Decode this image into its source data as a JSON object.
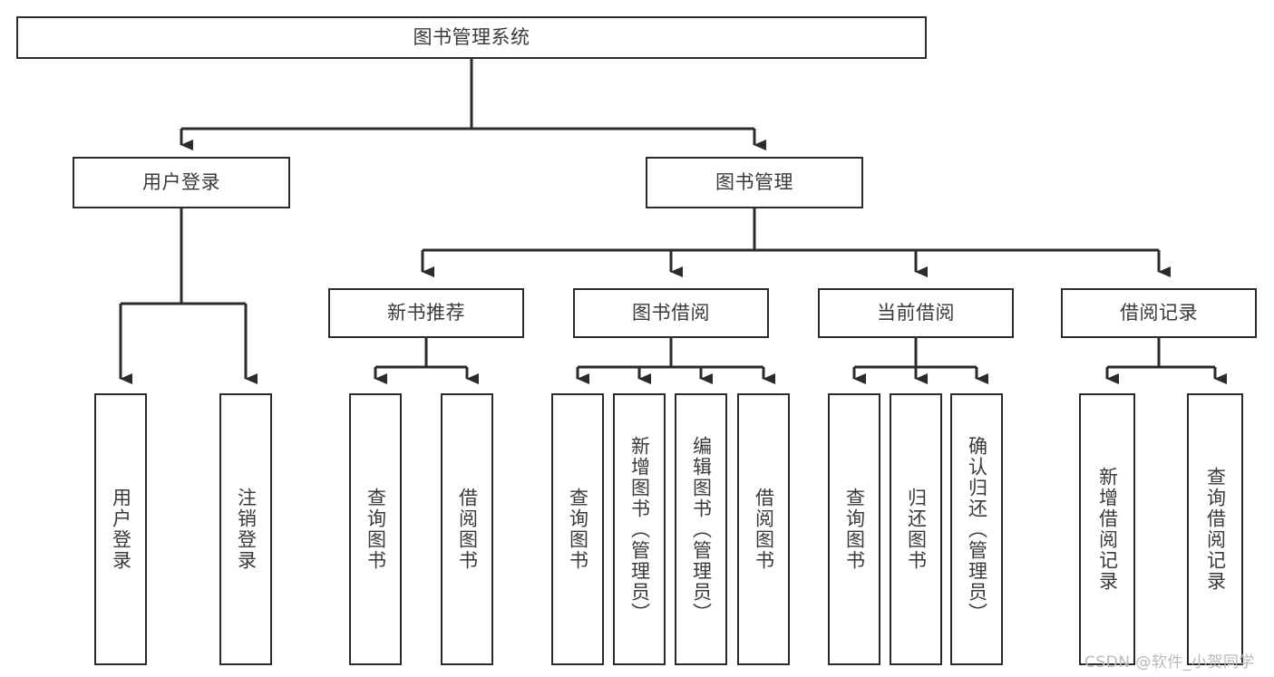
{
  "diagram": {
    "title": "图书管理系统",
    "type": "tree-hierarchy",
    "colors": {
      "box_border": "#2b2b2b",
      "box_fill": "#ffffff",
      "connector": "#2b2b2b",
      "text": "#3a3a3a",
      "watermark": "#b9b9b9",
      "background": "#ffffff"
    }
  },
  "root": {
    "label": "图书管理系统"
  },
  "level2": [
    {
      "label": "用户登录"
    },
    {
      "label": "图书管理"
    }
  ],
  "level3": [
    {
      "label": "新书推荐"
    },
    {
      "label": "图书借阅"
    },
    {
      "label": "当前借阅"
    },
    {
      "label": "借阅记录"
    }
  ],
  "leaves": {
    "user_login": [
      {
        "label": "用户登录"
      },
      {
        "label": "注销登录"
      }
    ],
    "new_book": [
      {
        "label": "查询图书"
      },
      {
        "label": "借阅图书"
      }
    ],
    "book_borrow": [
      {
        "label": "查询图书"
      },
      {
        "label": "新增图书（管理员）"
      },
      {
        "label": "编辑图书（管理员）"
      },
      {
        "label": "借阅图书"
      }
    ],
    "current_borrow": [
      {
        "label": "查询图书"
      },
      {
        "label": "归还图书"
      },
      {
        "label": "确认归还（管理员）"
      }
    ],
    "borrow_record": [
      {
        "label": "新增借阅记录"
      },
      {
        "label": "查询借阅记录"
      }
    ]
  },
  "watermark": {
    "text": "CSDN @软件_小贺同学"
  }
}
